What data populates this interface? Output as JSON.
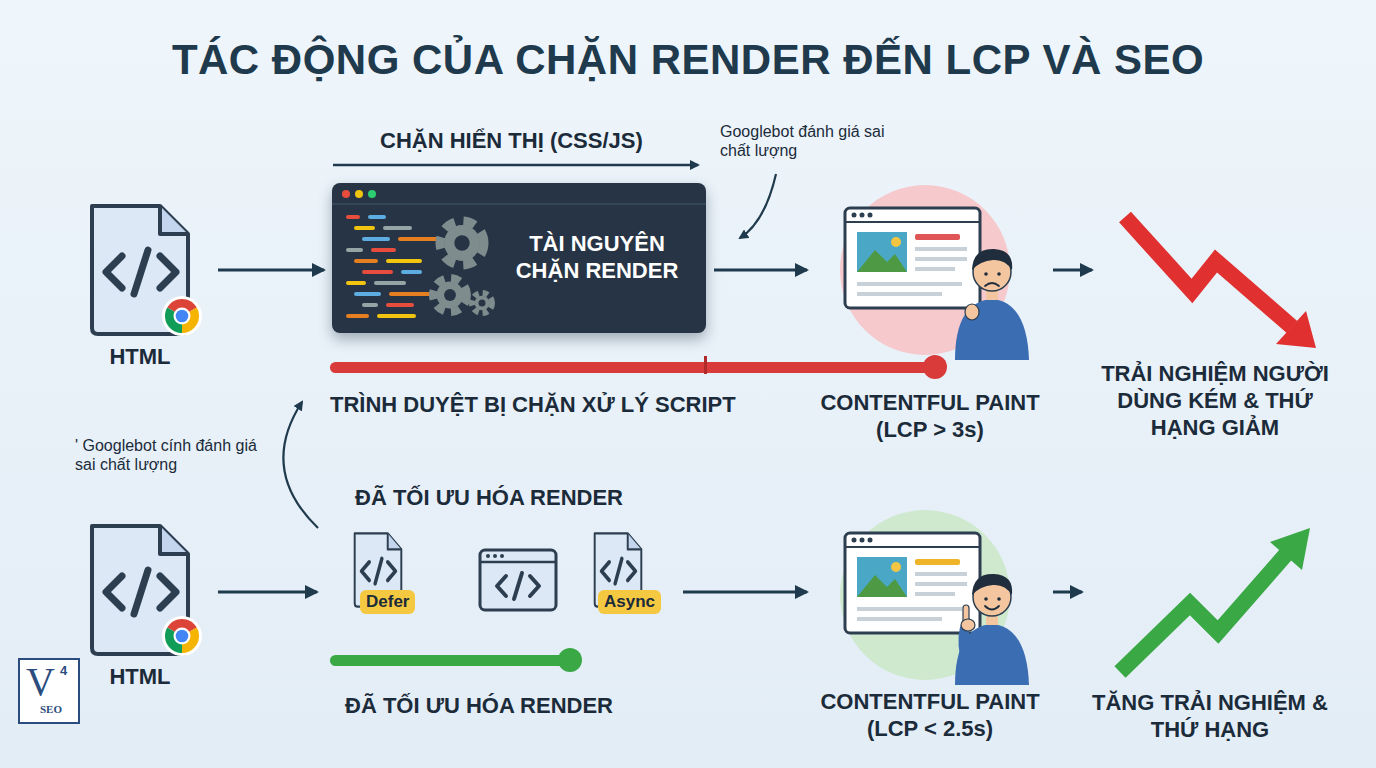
{
  "diagram": {
    "title": "TÁC ĐỘNG CỦA CHẶN RENDER ĐẾN LCP VÀ SEO",
    "nodes": [
      {
        "text": [
          "HTML"
        ]
      },
      {
        "text": [
          "TÀI NGUYÊN CHẶN RENDER"
        ]
      },
      {
        "text": [
          "CONTENTFUL PAINT (LCP > 3s)"
        ]
      },
      {
        "text": [
          "TRẢI NGHIỆM NGƯỜI DÙNG KÉM & THỨ HẠNG GIẢM"
        ]
      },
      {
        "text": [
          "HTML"
        ]
      },
      {
        "text": [
          "ĐÃ TỐI ƯU HÓA RENDER"
        ]
      },
      {
        "text": [
          "Defer"
        ],
        "in": 5
      },
      {
        "text": [
          "Async"
        ],
        "in": 5
      },
      {
        "text": [
          "CONTENTFUL PAINT (LCP < 2.5s)"
        ]
      },
      {
        "text": [
          "TĂNG TRẢI NGHIỆM & THỨ HẠNG"
        ]
      }
    ],
    "edges": [
      {
        "from": 0,
        "to": 1,
        "arrow": "to"
      },
      {
        "from": 1,
        "to": 2,
        "arrow": "to"
      },
      {
        "from": 2,
        "to": 3,
        "arrow": "to"
      },
      {
        "from": 4,
        "to": 5,
        "arrow": "to"
      },
      {
        "from": 5,
        "to": 8,
        "arrow": "to"
      },
      {
        "from": 8,
        "to": 9,
        "arrow": "to"
      }
    ],
    "labels": [
      "CHẶN HIỂN THỊ (CSS/JS)",
      "Googlebot đánh giá sai chất lượng",
      "TRÌNH DUYỆT BỊ CHẶN XỬ LÝ SCRIPT",
      "' Googlebot cính đánh giá sai chất lượng",
      "ĐÃ TỐI ƯU HÓA RENDER",
      "V",
      "4",
      "SEO"
    ]
  }
}
